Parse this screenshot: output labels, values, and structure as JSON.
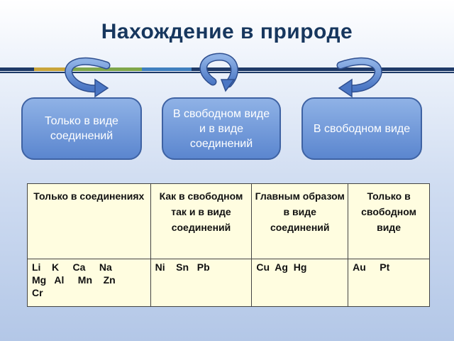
{
  "title": "Нахождение в природе",
  "bubbles": [
    {
      "text": "Только в виде соединений"
    },
    {
      "text": "В свободном виде и в виде соединений"
    },
    {
      "text": "В свободном виде"
    }
  ],
  "table": {
    "headers": [
      "Только в соединениях",
      "Как в свободном так и в виде соединений",
      "Главным образом в виде соединений",
      "Только в свободном виде"
    ],
    "values": [
      "Li    K     Ca     Na\nMg   Al     Mn    Zn\nCr",
      "Ni    Sn   Pb",
      "Cu  Ag  Hg",
      "Au     Pt"
    ]
  }
}
